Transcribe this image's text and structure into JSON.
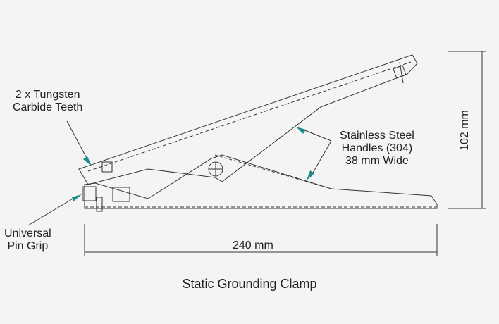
{
  "labels": {
    "teeth": [
      "2 x Tungsten",
      "Carbide Teeth"
    ],
    "handles": [
      "Stainless Steel",
      "Handles (304)",
      "38 mm Wide"
    ],
    "grip": [
      "Universal",
      "Pin Grip"
    ],
    "width": "240 mm",
    "height": "102 mm",
    "title": "Static Grounding Clamp"
  },
  "colors": {
    "arrow": "#1a8a8a",
    "line": "#333333"
  }
}
